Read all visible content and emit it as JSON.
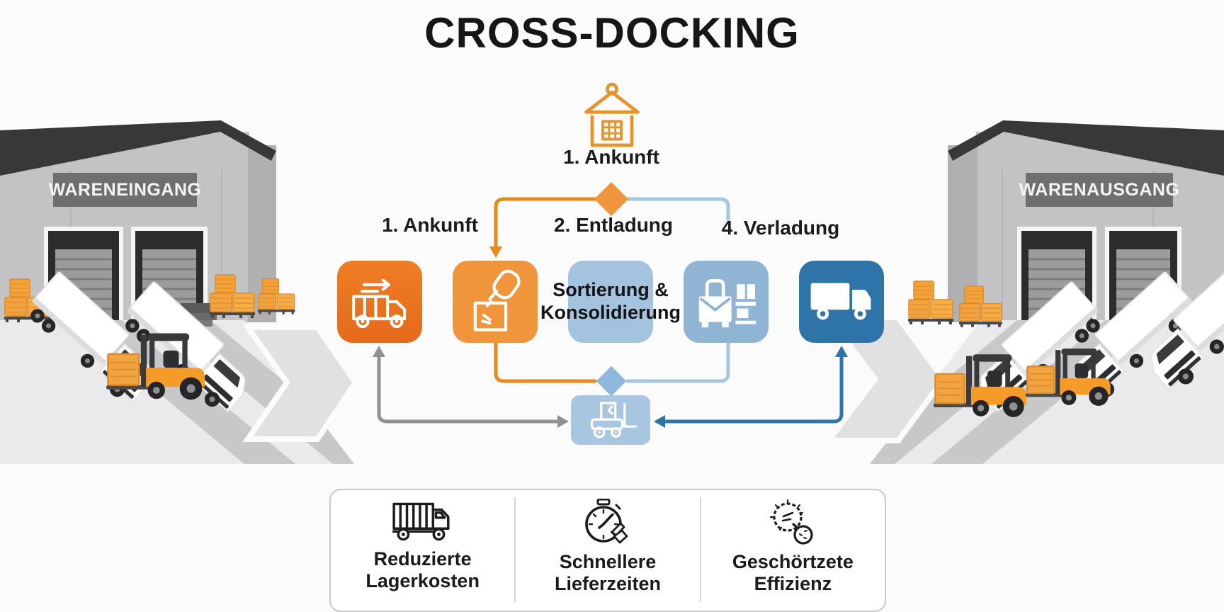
{
  "title": "CROSS-DOCKING",
  "left_warehouse": {
    "sign": "WARENEINGANG"
  },
  "right_warehouse": {
    "sign": "WARENAUSGANG"
  },
  "flow": {
    "entry_label": "1. Ankunft",
    "entry_icon": "warehouse-arrival-icon",
    "step1_label": "1. Ankunft",
    "step2_label": "2. Entladung",
    "step4_label": "4. Verladung",
    "sorting_line1": "Sortierung &",
    "sorting_line2": "Konsolidierung",
    "icons": {
      "step1": "truck-outline-icon",
      "step2": "unloading-icon",
      "step4": "dispatch-cart-icon",
      "step5": "truck-solid-icon",
      "transfer": "forklift-icon"
    },
    "colors": {
      "step1_bg": "#EC7623",
      "step2_bg": "#F0953C",
      "step3_bg": "#A3C3DE",
      "step4_bg": "#8FB4D4",
      "step5_bg": "#2F74A8",
      "orange_line": "#E8891E",
      "lightblue_line": "#A5C6E2",
      "darkblue_line": "#2F74A8",
      "gray_line": "#919193",
      "diamond_top": "#F0953C",
      "diamond_bottom": "#8FB9DC",
      "transfer_bg": "#A9C6E0"
    }
  },
  "benefits": {
    "items": [
      {
        "icon": "truck-line-icon",
        "line1": "Reduzierte",
        "line2": "Lagerkosten"
      },
      {
        "icon": "stopwatch-icon",
        "line1": "Schnellere",
        "line2": "Lieferzeiten"
      },
      {
        "icon": "efficiency-icon",
        "line1": "Geschörtzete",
        "line2": "Effizienz"
      }
    ]
  }
}
